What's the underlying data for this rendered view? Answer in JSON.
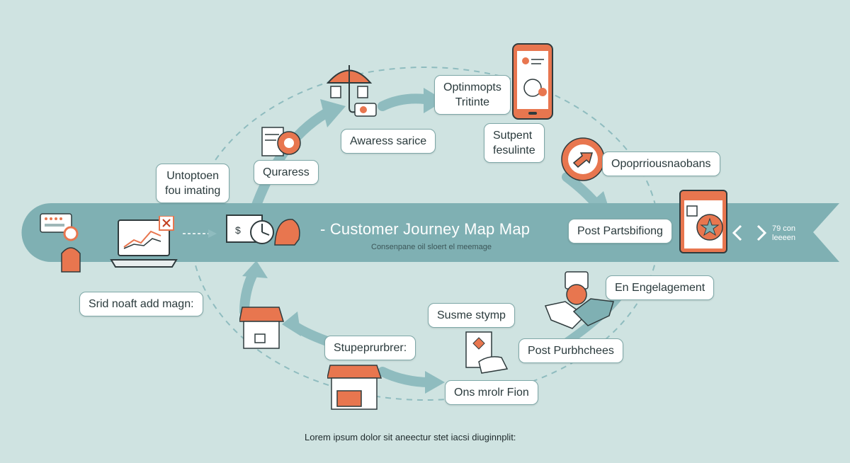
{
  "title": "- Customer Journey Map  Map",
  "subtitle": "Consenpane oil sloert el meemage",
  "band_right_text": "79 con\nleeeen",
  "footer": "Lorem  ipsum dolor sit aneectur stet iacsi diuginnplit:",
  "labels": {
    "awareness_service": "Awaress sarice",
    "optimops": "Optinmopts\nTritinte",
    "support": "Sutpent\nfesulinte",
    "opportunities": "Opoprriousnaobans",
    "post_positioning": "Post Partsbifiong",
    "engagement": "En Engelagement",
    "post_purchases": "Post Purbhchees",
    "ons_proof": "Ons  mrolr Fion",
    "susme": "Susme stymp",
    "stupe": "Stupeprurbrer:",
    "said_roadmap": "Srid noaft add magn:",
    "untop": "Untoptoen\nfou imating",
    "quraress": "Quraress"
  },
  "colors": {
    "background": "#cfe3e1",
    "band": "#7fb0b3",
    "accent": "#e8764f",
    "arrow": "#8fbcbf",
    "outline": "#2f3b3d"
  },
  "icons": [
    "avatar-chat-icon",
    "laptop-chart-icon",
    "money-cycle-icon",
    "umbrella-shop-icon",
    "gear-document-icon",
    "smartphone-icon",
    "arrow-badge-icon",
    "tablet-star-icon",
    "nav-arrows-icon",
    "storefront-icon",
    "small-shop-icon",
    "receipt-hand-icon",
    "handshake-icon"
  ]
}
